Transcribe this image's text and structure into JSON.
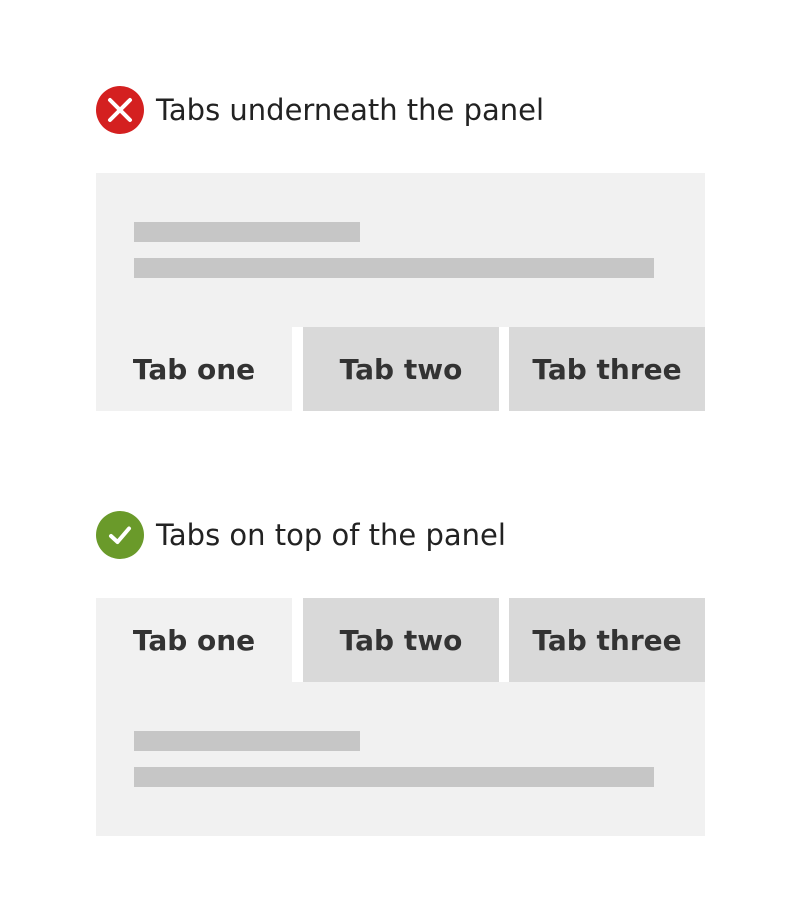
{
  "colors": {
    "bad_accent": "#d42020",
    "good_accent": "#6a9a2a",
    "panel_background": "#f1f1f1",
    "inactive_tab_background": "#d9d9d9",
    "placeholder_line": "#c6c6c6",
    "text": "#333333"
  },
  "bad_example": {
    "icon": "cross-icon",
    "heading": "Tabs underneath the panel",
    "tabs": [
      {
        "label": "Tab one",
        "state": "active"
      },
      {
        "label": "Tab two",
        "state": "inactive"
      },
      {
        "label": "Tab three",
        "state": "inactive"
      }
    ]
  },
  "good_example": {
    "icon": "check-icon",
    "heading": "Tabs on top of the panel",
    "tabs": [
      {
        "label": "Tab one",
        "state": "active"
      },
      {
        "label": "Tab two",
        "state": "inactive"
      },
      {
        "label": "Tab three",
        "state": "inactive"
      }
    ]
  }
}
